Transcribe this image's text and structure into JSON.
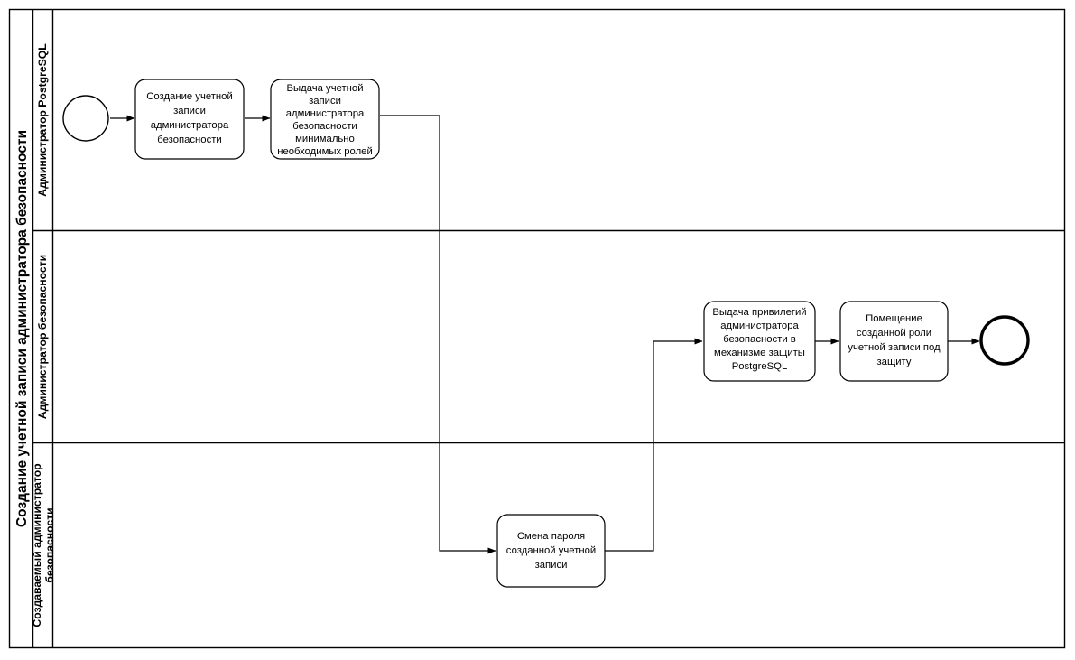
{
  "diagram": {
    "type": "bpmn-pool",
    "pool_title": "Создание учетной записи администратора безопасности",
    "lanes": [
      {
        "id": "lane-postgres-admin",
        "label": "Администратор PostgreSQL"
      },
      {
        "id": "lane-security-admin",
        "label": "Администратор безопасности"
      },
      {
        "id": "lane-created-admin",
        "label_line1": "Создаваемый администратор",
        "label_line2": "безопасности"
      }
    ],
    "events": [
      {
        "id": "start-event",
        "kind": "start",
        "lane": "lane-postgres-admin"
      },
      {
        "id": "end-event",
        "kind": "end",
        "lane": "lane-security-admin"
      }
    ],
    "tasks": [
      {
        "id": "task-create-account",
        "lane": "lane-postgres-admin",
        "lines": [
          "Создание учетной",
          "записи",
          "администратора",
          "безопасности"
        ]
      },
      {
        "id": "task-grant-minimal-roles",
        "lane": "lane-postgres-admin",
        "lines": [
          "Выдача учетной",
          "записи",
          "администратора",
          "безопасности",
          "минимально",
          "необходимых ролей"
        ]
      },
      {
        "id": "task-grant-privileges",
        "lane": "lane-security-admin",
        "lines": [
          "Выдача привилегий",
          "администратора",
          "безопасности в",
          "механизме защиты",
          "PostgreSQL"
        ]
      },
      {
        "id": "task-protect-role",
        "lane": "lane-security-admin",
        "lines": [
          "Помещение",
          "созданной роли",
          "учетной записи под",
          "защиту"
        ]
      },
      {
        "id": "task-change-password",
        "lane": "lane-created-admin",
        "lines": [
          "Смена пароля",
          "созданной учетной",
          "записи"
        ]
      }
    ],
    "flows": [
      {
        "id": "flow-start-to-create",
        "from": "start-event",
        "to": "task-create-account"
      },
      {
        "id": "flow-create-to-grant-roles",
        "from": "task-create-account",
        "to": "task-grant-minimal-roles"
      },
      {
        "id": "flow-grant-roles-to-change-password",
        "from": "task-grant-minimal-roles",
        "to": "task-change-password"
      },
      {
        "id": "flow-change-password-to-grant-privileges",
        "from": "task-change-password",
        "to": "task-grant-privileges"
      },
      {
        "id": "flow-grant-privileges-to-protect",
        "from": "task-grant-privileges",
        "to": "task-protect-role"
      },
      {
        "id": "flow-protect-to-end",
        "from": "task-protect-role",
        "to": "end-event"
      }
    ],
    "colors": {
      "stroke": "#000000",
      "fill": "#ffffff",
      "background": "#ffffff"
    }
  }
}
